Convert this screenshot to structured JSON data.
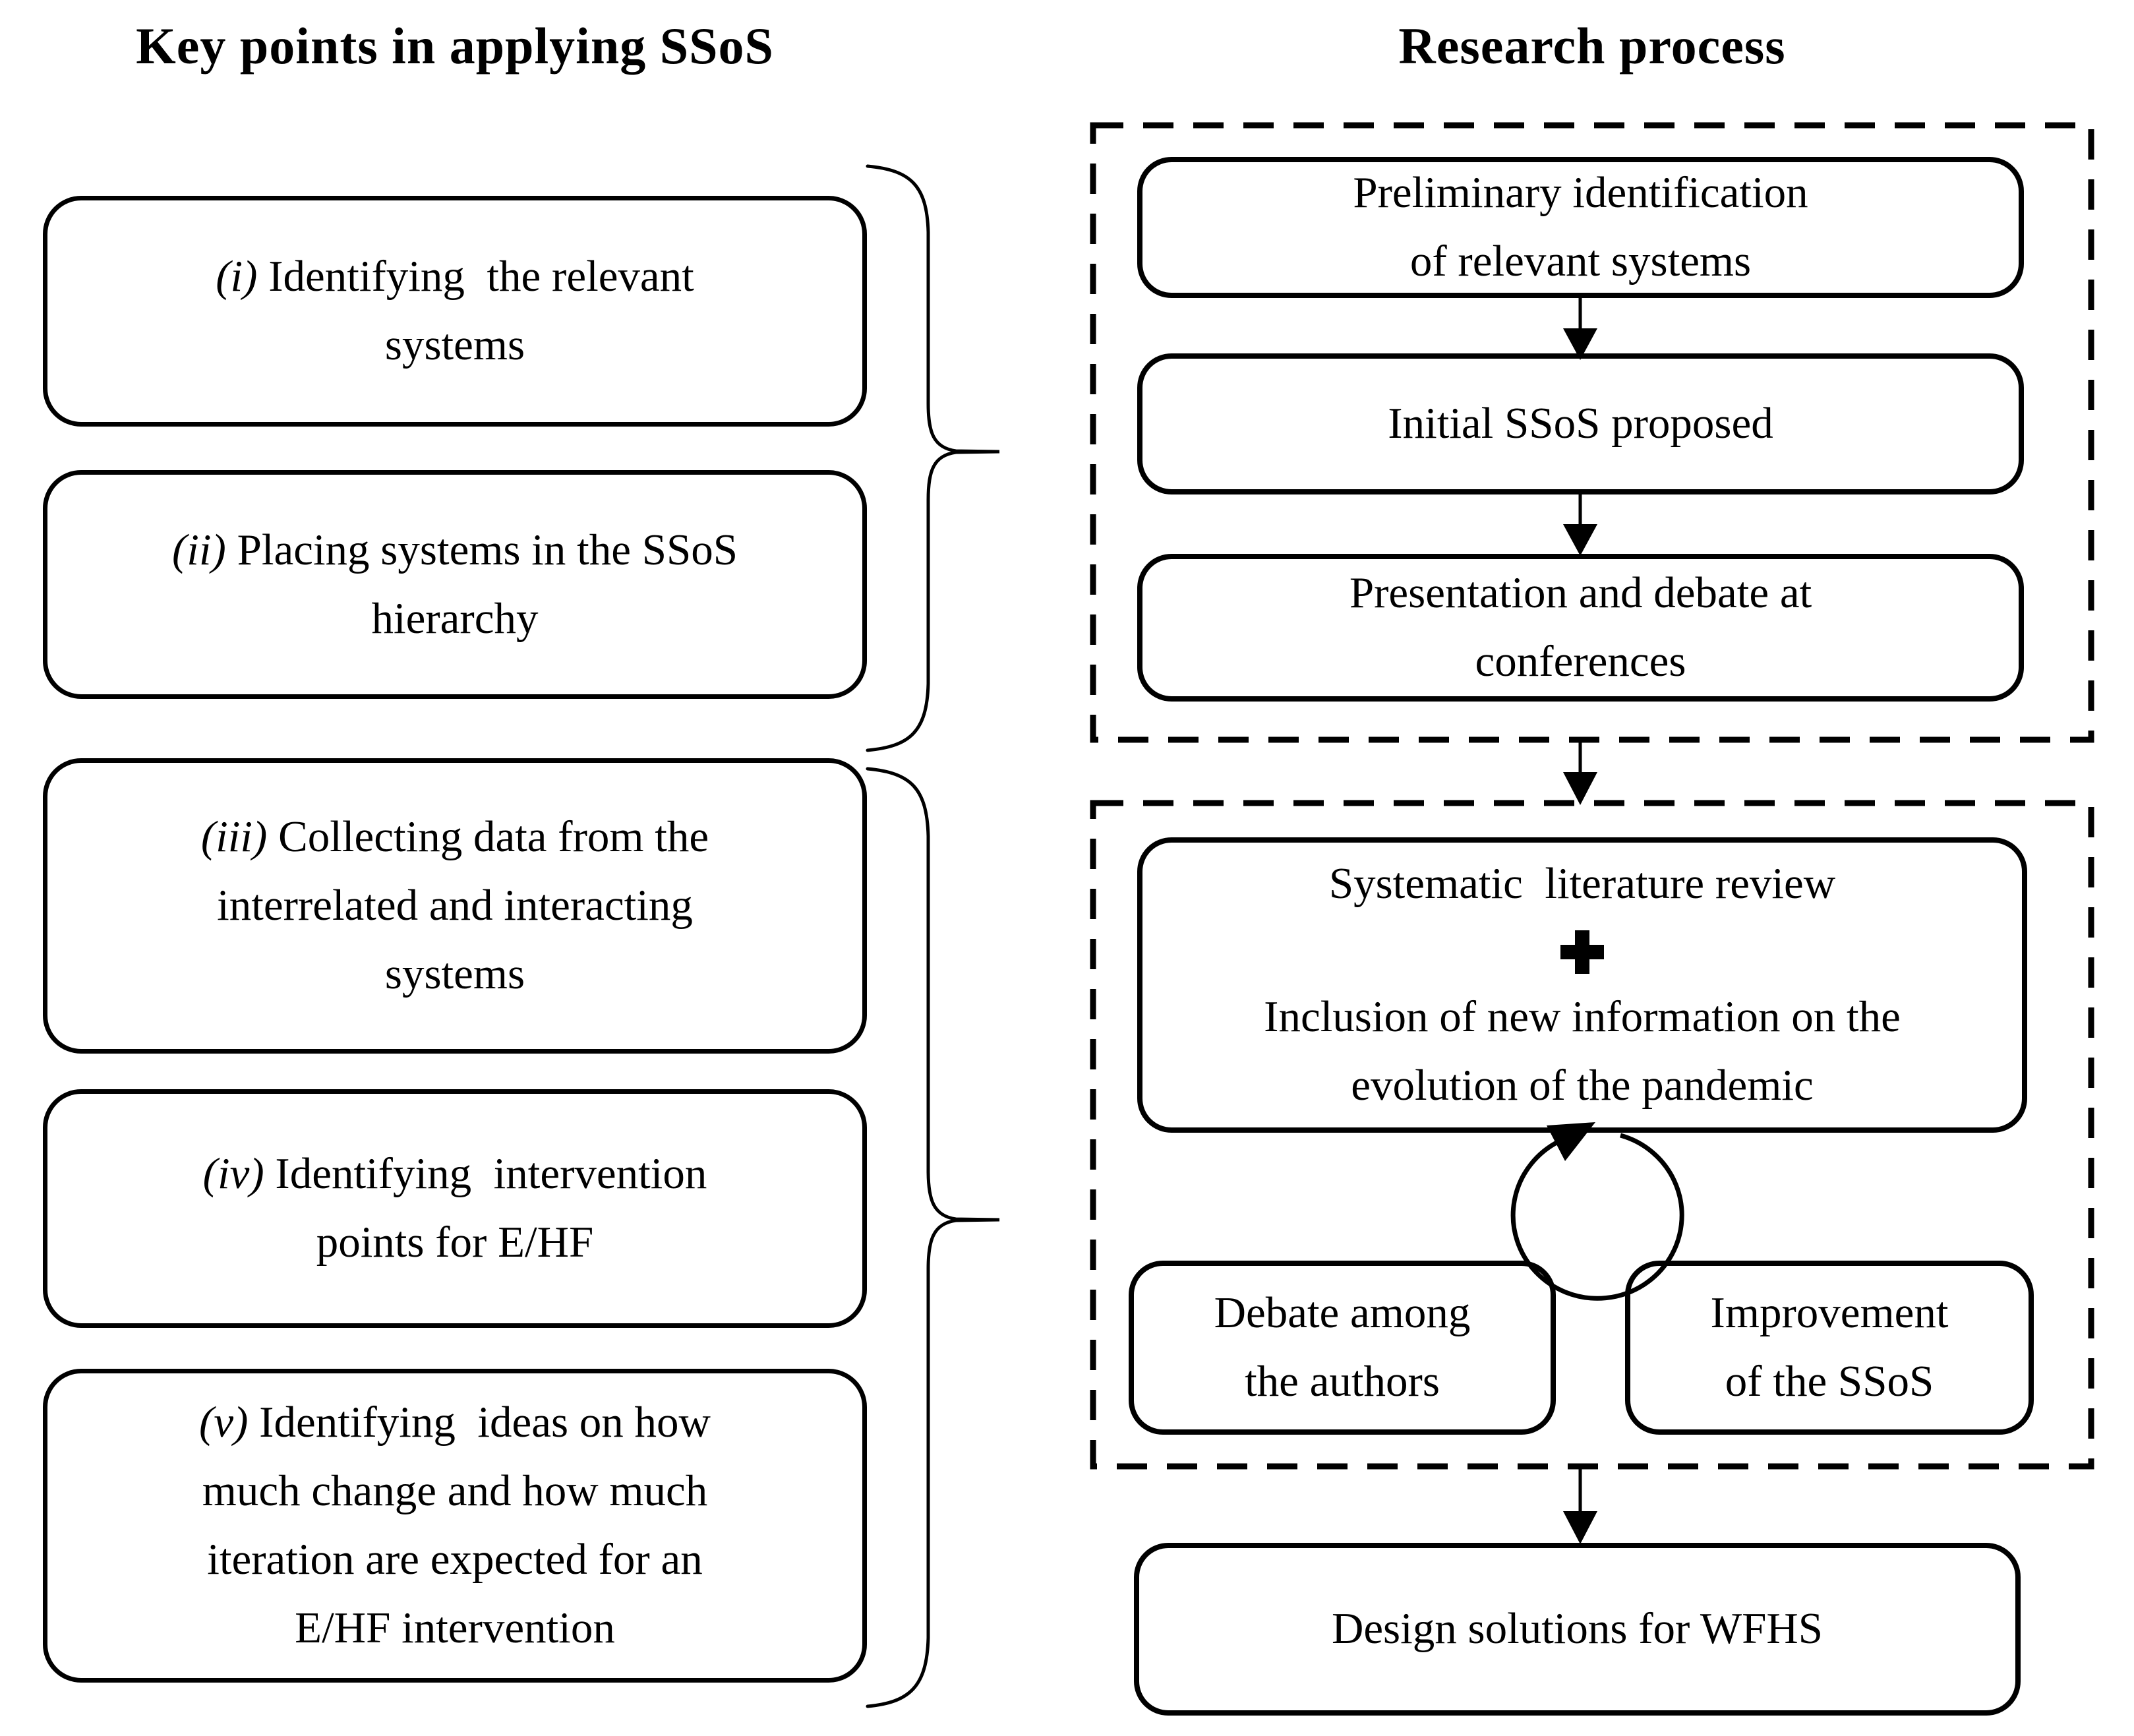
{
  "left_panel": {
    "title": "Key points in applying SSoS",
    "items": [
      {
        "numeral": "(i)",
        "label": " Identifying  the relevant\nsystems"
      },
      {
        "numeral": "(ii)",
        "label": " Placing systems in the SSoS\nhierarchy"
      },
      {
        "numeral": "(iii)",
        "label": " Collecting data from the\ninterrelated and interacting\nsystems"
      },
      {
        "numeral": "(iv)",
        "label": " Identifying  intervention\npoints for E/HF"
      },
      {
        "numeral": "(v)",
        "label": " Identifying  ideas on how\nmuch change and how much\niteration are expected for an\nE/HF intervention"
      }
    ]
  },
  "right_panel": {
    "title": "Research process",
    "steps": {
      "preliminary": "Preliminary identification\nof relevant systems",
      "initial": "Initial SSoS proposed",
      "presentation": "Presentation and debate at\nconferences",
      "review": "Systematic  literature review",
      "inclusion": "Inclusion of new information on the\nevolution of the pandemic",
      "debate": "Debate among\nthe authors",
      "improvement": "Improvement\nof the SSoS",
      "design": "Design solutions for WFHS"
    },
    "icons": {
      "plus": "heavy-plus-icon",
      "cycle": "circular-iteration-arrow-icon",
      "down_arrow": "down-arrow-icon",
      "brace": "curly-brace-icon"
    },
    "colors": {
      "ink": "#000000",
      "background": "#ffffff"
    }
  }
}
